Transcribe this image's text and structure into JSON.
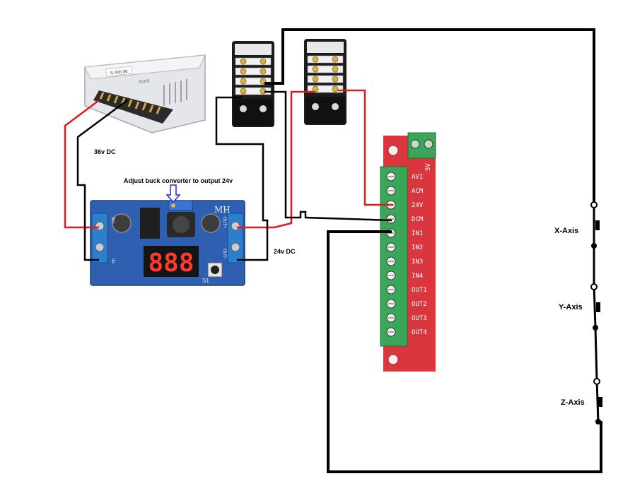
{
  "labels": {
    "psu_voltage": "36v DC",
    "buck_note": "Adjust buck converter to output 24v",
    "buck_output": "24v DC",
    "x_axis": "X-Axis",
    "y_axis": "Y-Axis",
    "z_axis": "Z-Axis"
  },
  "psu": {
    "model": "S-400-36",
    "brand": "RoHS"
  },
  "buck": {
    "brand": "MH",
    "display": "888",
    "in_plus": "IN+",
    "in_minus": "IN-",
    "out_plus": "OUT+",
    "out_minus": "OUT-",
    "button": "S1"
  },
  "controller": {
    "pins": [
      "AVI",
      "ACM",
      "24V",
      "DCM",
      "IN1",
      "IN2",
      "IN3",
      "IN4",
      "OUT1",
      "OUT2",
      "OUT3",
      "OUT4"
    ],
    "top_label": "5V"
  },
  "colors": {
    "wire_red": "#e01b1b",
    "wire_black": "#000000",
    "terminal_green": "#3aa65a",
    "controller_red": "#d9363e",
    "buck_blue": "#2f5fb0"
  }
}
